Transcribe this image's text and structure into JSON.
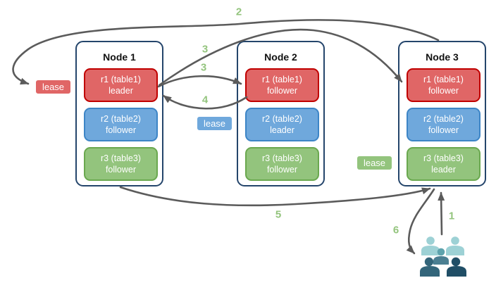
{
  "palette": {
    "red": {
      "fill": "#e06666",
      "border": "#c00000"
    },
    "blue": {
      "fill": "#6fa8dc",
      "border": "#3d85c6"
    },
    "green": {
      "fill": "#93c47d",
      "border": "#6aa84f"
    },
    "node-border": "#24456b",
    "node-title": "#111111",
    "arrow": "#5b5b5b",
    "step": "#93c47d",
    "people-light": "#9dd1d5",
    "people-mid-head": "#5ea3ad",
    "people-mid-body": "#4b7f92",
    "people-front-left": "#33657a",
    "people-front-right": "#204e66"
  },
  "nodes": [
    {
      "title": "Node 1",
      "ranges": [
        {
          "name": "r1 (table1)",
          "role": "leader",
          "color": "red"
        },
        {
          "name": "r2 (table2)",
          "role": "follower",
          "color": "blue"
        },
        {
          "name": "r3 (table3)",
          "role": "follower",
          "color": "green"
        }
      ]
    },
    {
      "title": "Node 2",
      "ranges": [
        {
          "name": "r1 (table1)",
          "role": "follower",
          "color": "red"
        },
        {
          "name": "r2 (table2)",
          "role": "leader",
          "color": "blue"
        },
        {
          "name": "r3 (table3)",
          "role": "follower",
          "color": "green"
        }
      ]
    },
    {
      "title": "Node 3",
      "ranges": [
        {
          "name": "r1 (table1)",
          "role": "follower",
          "color": "red"
        },
        {
          "name": "r2 (table2)",
          "role": "follower",
          "color": "blue"
        },
        {
          "name": "r3 (table3)",
          "role": "leader",
          "color": "green"
        }
      ]
    }
  ],
  "leases": [
    {
      "label": "lease",
      "color": "red"
    },
    {
      "label": "lease",
      "color": "blue"
    },
    {
      "label": "lease",
      "color": "green"
    }
  ],
  "steps": {
    "s1": "1",
    "s2": "2",
    "s3a": "3",
    "s3b": "3",
    "s4": "4",
    "s5": "5",
    "s6": "6"
  },
  "client": {
    "icon": "users-icon"
  }
}
